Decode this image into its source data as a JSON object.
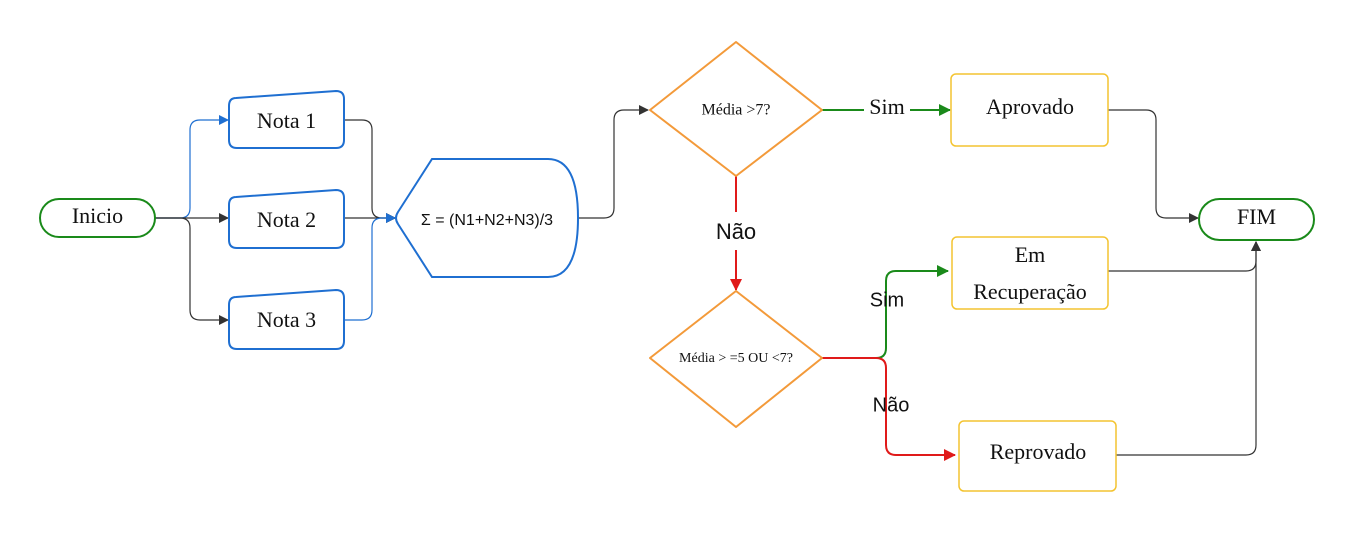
{
  "colors": {
    "start_end": "#1a8a1a",
    "input": "#1f6fd1",
    "decision": "#f39a3a",
    "result": "#f4c430",
    "yes": "#1a8a1a",
    "no": "#e01a1a",
    "connector": "#333333",
    "connector_blue": "#1f6fd1"
  },
  "nodes": {
    "inicio": "Inicio",
    "nota1": "Nota 1",
    "nota2": "Nota 2",
    "nota3": "Nota 3",
    "formula": "Σ = (N1+N2+N3)/3",
    "decision1": "Média >7?",
    "decision2": "Média > =5 OU <7?",
    "aprovado": "Aprovado",
    "recuperacao_line1": "Em",
    "recuperacao_line2": "Recuperação",
    "reprovado": "Reprovado",
    "fim": "FIM"
  },
  "edge_labels": {
    "d1_yes": "Sim",
    "d1_no": "Não",
    "d2_yes": "Sim",
    "d2_no": "Não"
  }
}
